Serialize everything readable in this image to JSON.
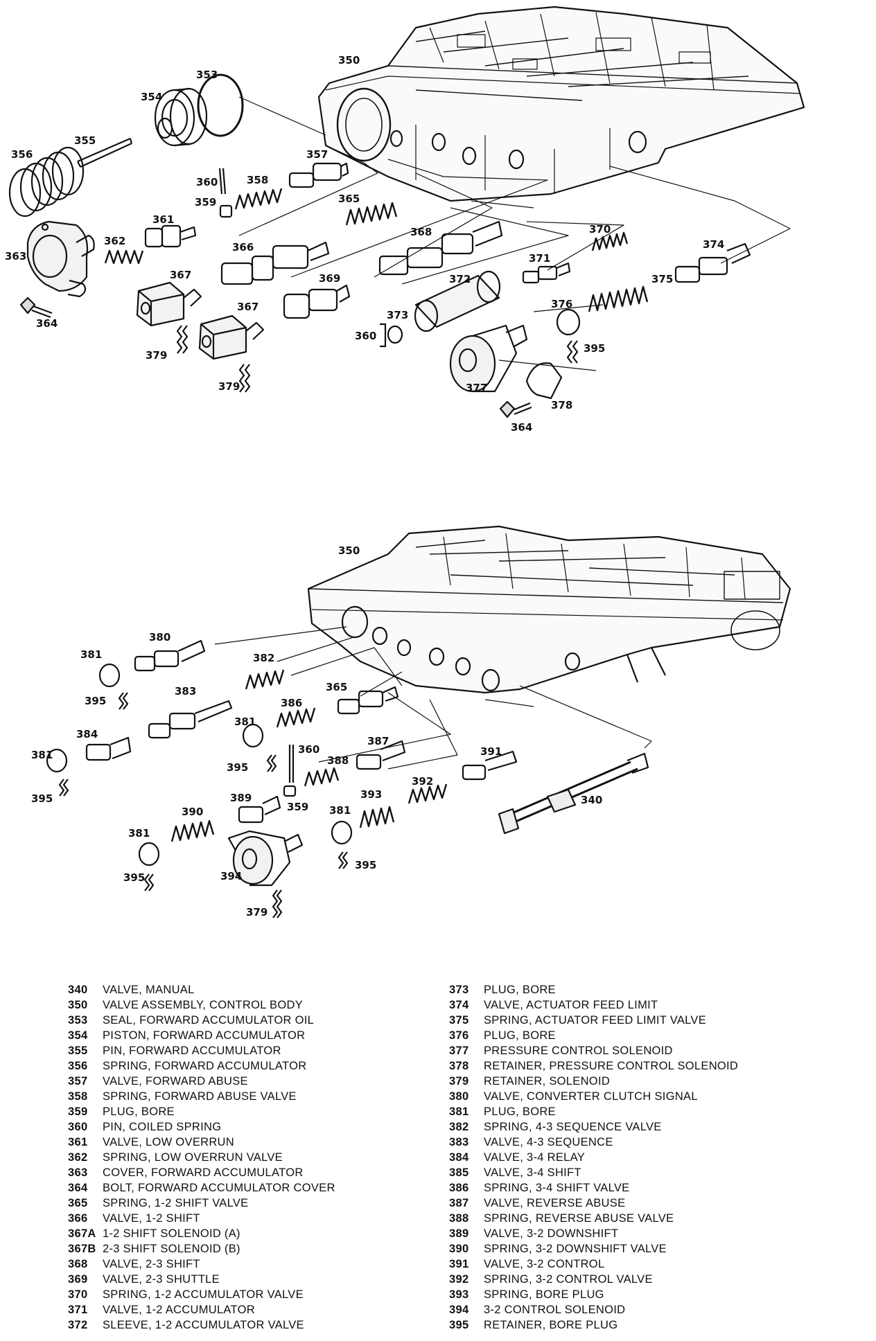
{
  "callouts": {
    "c350a": "350",
    "c353": "353",
    "c354": "354",
    "c355": "355",
    "c356": "356",
    "c357": "357",
    "c358": "358",
    "c359": "359",
    "c360a": "360",
    "c361": "361",
    "c362": "362",
    "c363": "363",
    "c364a": "364",
    "c365a": "365",
    "c366": "366",
    "c367a": "367",
    "c367b": "367",
    "c368": "368",
    "c369": "369",
    "c370": "370",
    "c371": "371",
    "c372": "372",
    "c373": "373",
    "c360b": "360",
    "c374": "374",
    "c375": "375",
    "c376": "376",
    "c377": "377",
    "c378": "378",
    "c364b": "364",
    "c395a": "395",
    "c379a": "379",
    "c379b": "379",
    "c350b": "350",
    "c380": "380",
    "c381a": "381",
    "c395b": "395",
    "c382": "382",
    "c383": "383",
    "c365b": "365",
    "c386": "386",
    "c381b": "381",
    "c384": "384",
    "c395c": "395",
    "c381c": "381",
    "c395d": "395",
    "c360c": "360",
    "c387": "387",
    "c388": "388",
    "c391": "391",
    "c392": "392",
    "c389": "389",
    "c359b": "359",
    "c393": "393",
    "c390": "390",
    "c381d": "381",
    "c381e": "381",
    "c395e": "395",
    "c394": "394",
    "c395f": "395",
    "c379c": "379",
    "c340": "340"
  },
  "legend_left": [
    {
      "code": "340",
      "desc": "VALVE, MANUAL"
    },
    {
      "code": "350",
      "desc": "VALVE ASSEMBLY, CONTROL BODY"
    },
    {
      "code": "353",
      "desc": "SEAL, FORWARD ACCUMULATOR OIL"
    },
    {
      "code": "354",
      "desc": "PISTON, FORWARD ACCUMULATOR"
    },
    {
      "code": "355",
      "desc": "PIN, FORWARD ACCUMULATOR"
    },
    {
      "code": "356",
      "desc": "SPRING, FORWARD ACCUMULATOR"
    },
    {
      "code": "357",
      "desc": "VALVE, FORWARD ABUSE"
    },
    {
      "code": "358",
      "desc": "SPRING, FORWARD ABUSE VALVE"
    },
    {
      "code": "359",
      "desc": "PLUG, BORE"
    },
    {
      "code": "360",
      "desc": "PIN, COILED SPRING"
    },
    {
      "code": "361",
      "desc": "VALVE, LOW OVERRUN"
    },
    {
      "code": "362",
      "desc": "SPRING, LOW OVERRUN VALVE"
    },
    {
      "code": "363",
      "desc": "COVER, FORWARD ACCUMULATOR"
    },
    {
      "code": "364",
      "desc": "BOLT, FORWARD ACCUMULATOR COVER"
    },
    {
      "code": "365",
      "desc": "SPRING, 1-2 SHIFT VALVE"
    },
    {
      "code": "366",
      "desc": "VALVE, 1-2 SHIFT"
    },
    {
      "code": "367A",
      "desc": "1-2 SHIFT SOLENOID (A)"
    },
    {
      "code": "367B",
      "desc": "2-3 SHIFT SOLENOID (B)"
    },
    {
      "code": "368",
      "desc": "VALVE, 2-3 SHIFT"
    },
    {
      "code": "369",
      "desc": "VALVE, 2-3 SHUTTLE"
    },
    {
      "code": "370",
      "desc": "SPRING, 1-2 ACCUMULATOR VALVE"
    },
    {
      "code": "371",
      "desc": "VALVE, 1-2 ACCUMULATOR"
    },
    {
      "code": "372",
      "desc": "SLEEVE, 1-2 ACCUMULATOR VALVE"
    }
  ],
  "legend_right": [
    {
      "code": "373",
      "desc": "PLUG, BORE"
    },
    {
      "code": "374",
      "desc": "VALVE, ACTUATOR FEED LIMIT"
    },
    {
      "code": "375",
      "desc": "SPRING, ACTUATOR FEED LIMIT VALVE"
    },
    {
      "code": "376",
      "desc": "PLUG, BORE"
    },
    {
      "code": "377",
      "desc": "PRESSURE CONTROL SOLENOID"
    },
    {
      "code": "378",
      "desc": "RETAINER, PRESSURE CONTROL SOLENOID"
    },
    {
      "code": "379",
      "desc": "RETAINER, SOLENOID"
    },
    {
      "code": "380",
      "desc": "VALVE, CONVERTER CLUTCH SIGNAL"
    },
    {
      "code": "381",
      "desc": "PLUG, BORE"
    },
    {
      "code": "382",
      "desc": "SPRING, 4-3 SEQUENCE VALVE"
    },
    {
      "code": "383",
      "desc": "VALVE, 4-3 SEQUENCE"
    },
    {
      "code": "384",
      "desc": "VALVE, 3-4 RELAY"
    },
    {
      "code": "385",
      "desc": "VALVE, 3-4 SHIFT"
    },
    {
      "code": "386",
      "desc": "SPRING, 3-4 SHIFT VALVE"
    },
    {
      "code": "387",
      "desc": "VALVE, REVERSE ABUSE"
    },
    {
      "code": "388",
      "desc": "SPRING, REVERSE ABUSE VALVE"
    },
    {
      "code": "389",
      "desc": "VALVE, 3-2 DOWNSHIFT"
    },
    {
      "code": "390",
      "desc": "SPRING, 3-2 DOWNSHIFT VALVE"
    },
    {
      "code": "391",
      "desc": "VALVE, 3-2 CONTROL"
    },
    {
      "code": "392",
      "desc": "SPRING, 3-2 CONTROL VALVE"
    },
    {
      "code": "393",
      "desc": "SPRING, BORE PLUG"
    },
    {
      "code": "394",
      "desc": "3-2 CONTROL SOLENOID"
    },
    {
      "code": "395",
      "desc": "RETAINER, BORE PLUG"
    }
  ]
}
